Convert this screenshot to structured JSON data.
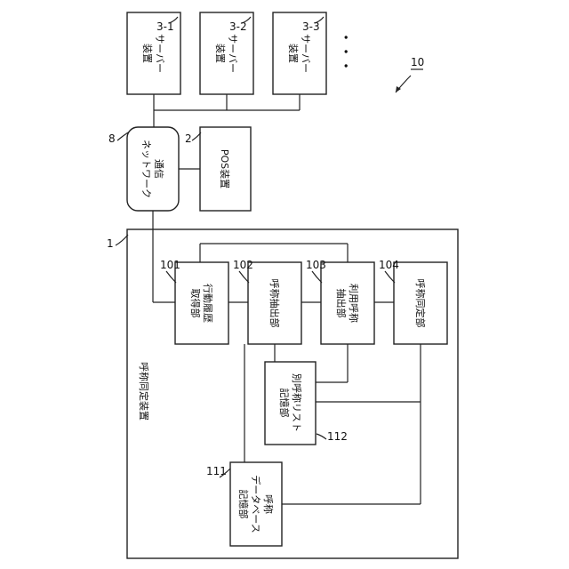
{
  "figure_number": "10",
  "servers": [
    {
      "ref": "3-1",
      "label_lines": [
        "サーバー",
        "装置"
      ]
    },
    {
      "ref": "3-2",
      "label_lines": [
        "サーバー",
        "装置"
      ]
    },
    {
      "ref": "3-3",
      "label_lines": [
        "サーバー",
        "装置"
      ]
    }
  ],
  "ellipsis": "・・・",
  "network": {
    "ref": "8",
    "label_lines": [
      "通信",
      "ネットワーク"
    ]
  },
  "pos": {
    "ref": "2",
    "label": "POS装置"
  },
  "device": {
    "ref": "1",
    "label": "呼称同定装置"
  },
  "units": [
    {
      "ref": "101",
      "label_lines": [
        "行動履歴",
        "取得部"
      ]
    },
    {
      "ref": "102",
      "label_lines": [
        "呼称抽出部"
      ]
    },
    {
      "ref": "103",
      "label_lines": [
        "利用呼称",
        "抽出部"
      ]
    },
    {
      "ref": "104",
      "label_lines": [
        "呼称同定部"
      ]
    }
  ],
  "alias_store": {
    "ref": "112",
    "label_lines": [
      "別呼称リスト",
      "記憶部"
    ]
  },
  "name_db": {
    "ref": "111",
    "label_lines": [
      "呼称",
      "データベース",
      "記憶部"
    ]
  }
}
